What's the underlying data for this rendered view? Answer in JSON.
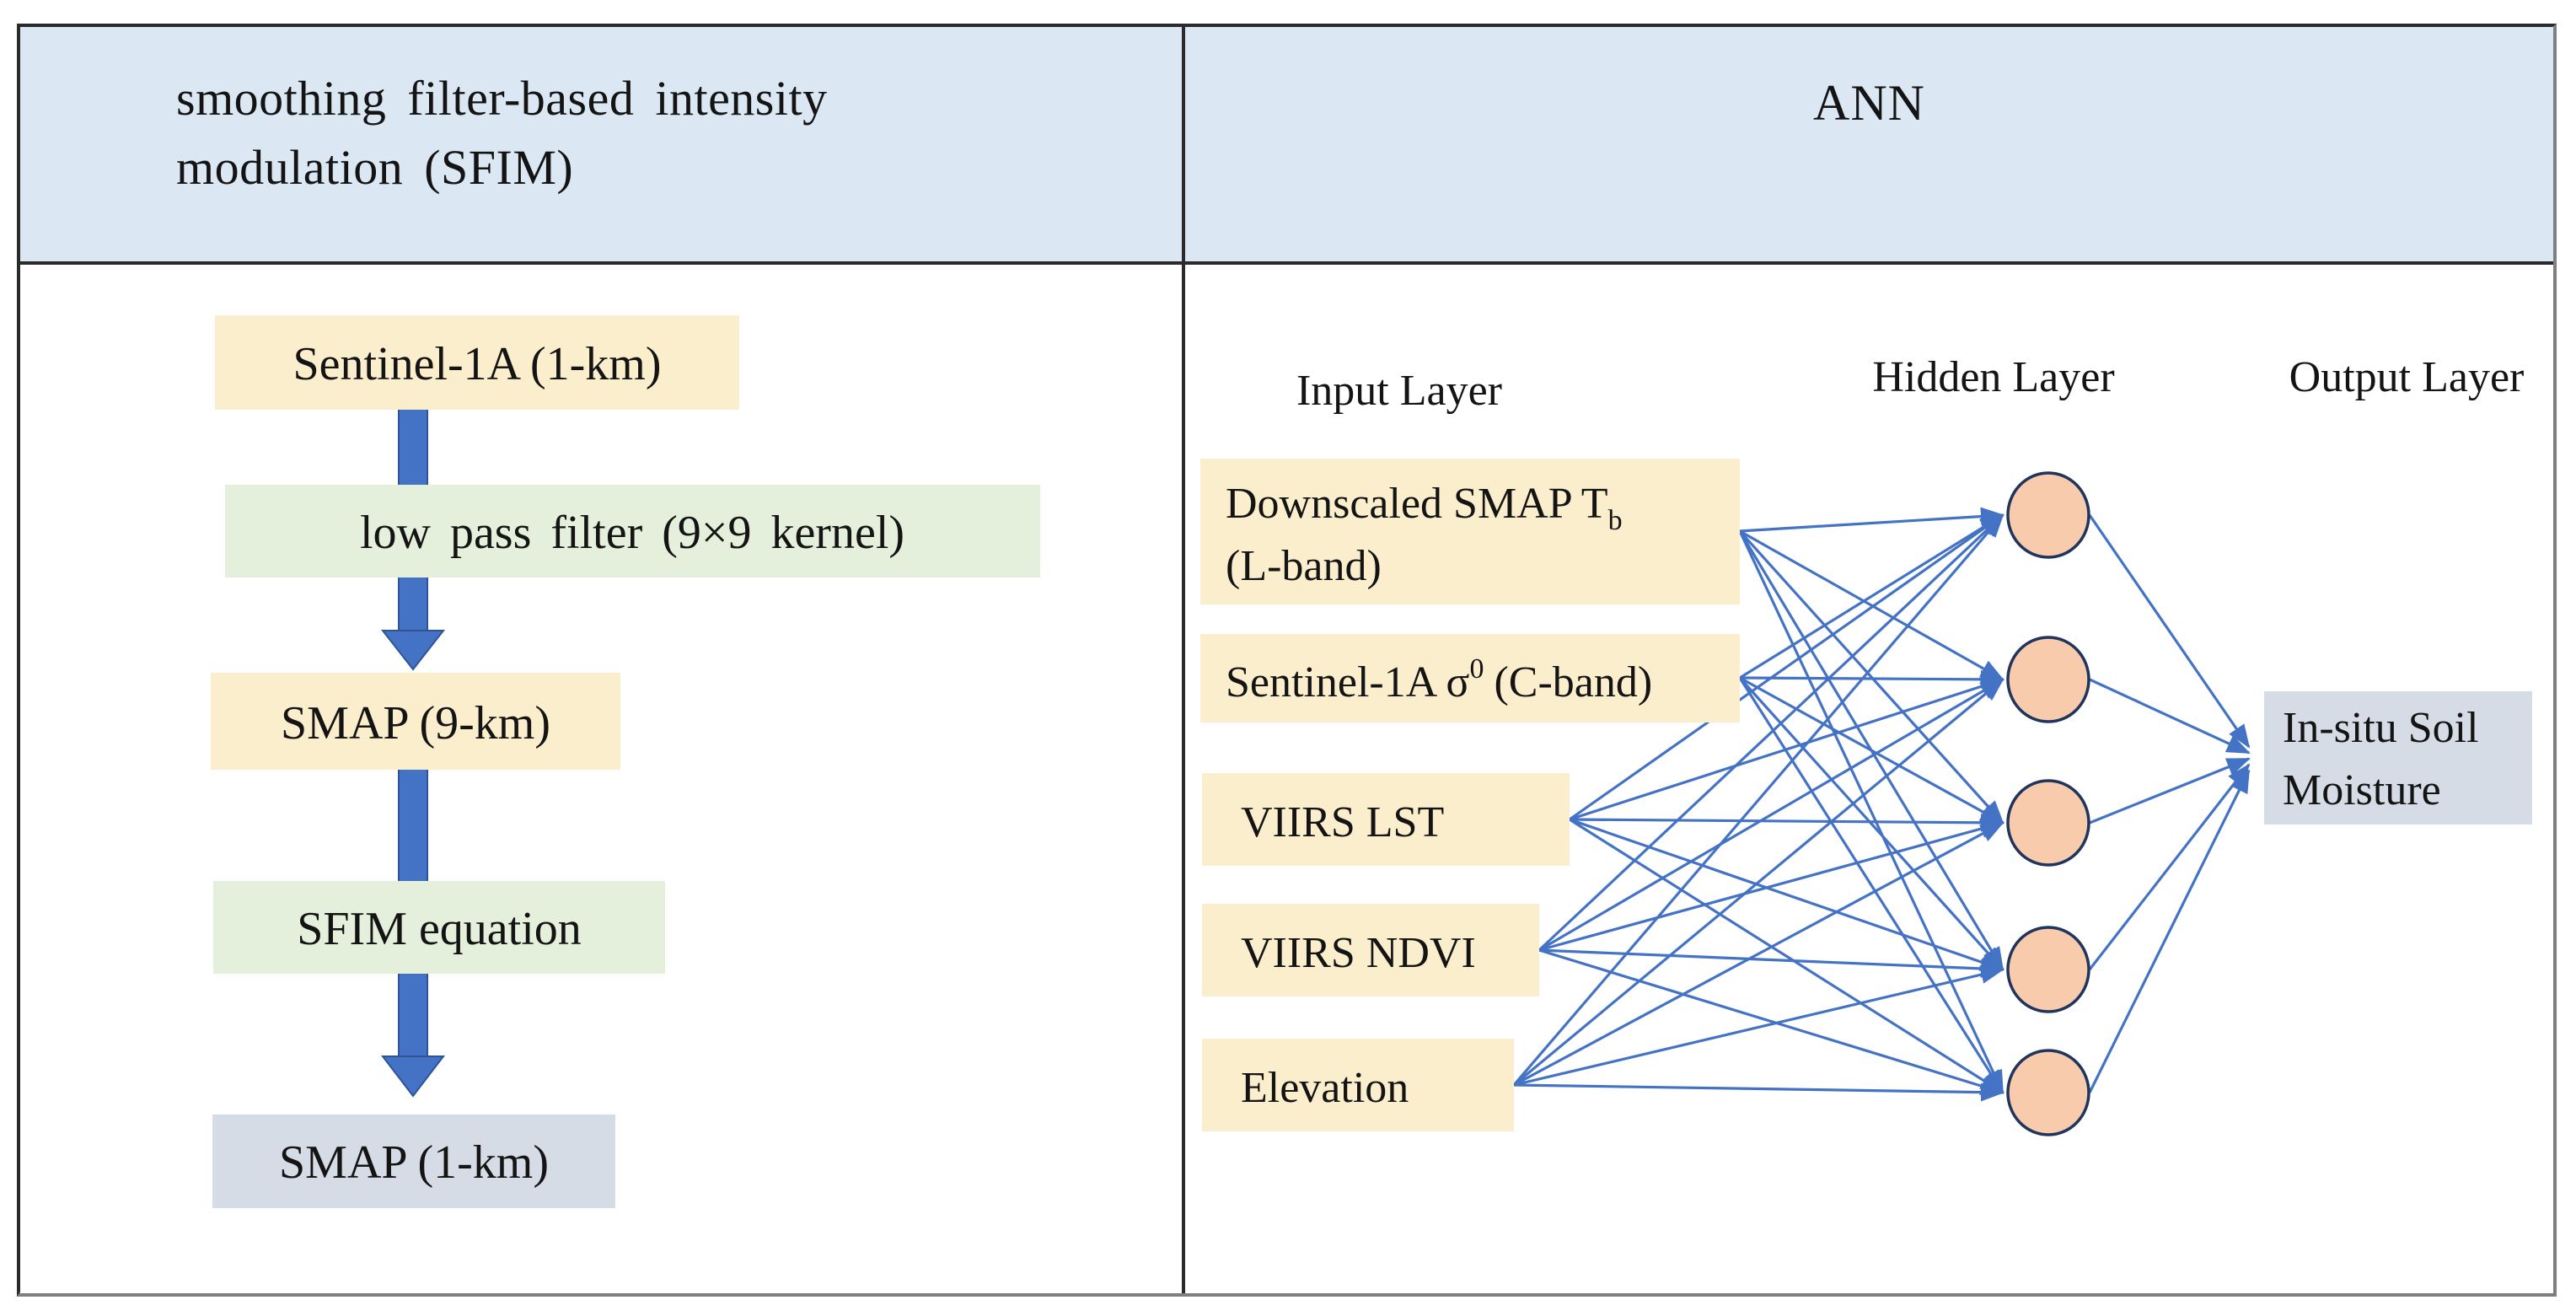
{
  "colors": {
    "header_blue": "#dbe8f4",
    "cream": "#fbeecd",
    "green": "#e4f0db",
    "grayblue": "#d6dce5",
    "node_peach": "#f8cbad",
    "node_border": "#20355c",
    "line_blue": "#4472c4",
    "arrow_stroke": "#2f5496",
    "ink": "#141414",
    "border_dark": "#2b2b2b",
    "border_gray": "#7f7f7f"
  },
  "header": {
    "sfim_line1": "smoothing filter-based intensity",
    "sfim_line2": "modulation (SFIM)",
    "ann": "ANN"
  },
  "sfim_flow": {
    "box1": "Sentinel-1A (1-km)",
    "box2": "low pass filter (9×9 kernel)",
    "box3": "SMAP (9-km)",
    "box4": "SFIM equation",
    "box5": "SMAP (1-km)"
  },
  "ann": {
    "labels": {
      "input": "Input Layer",
      "hidden": "Hidden Layer",
      "output": "Output Layer"
    },
    "inputs": {
      "i1_line1_main": "Downscaled SMAP T",
      "i1_line1_sub": "b",
      "i1_line2": "(L-band)",
      "i2_main": "Sentinel-1A σ",
      "i2_sup": "0",
      "i2_post": "(C-band)",
      "i3": "VIIRS LST",
      "i4": "VIIRS NDVI",
      "i5": "Elevation"
    },
    "hidden_node_count": 5,
    "output_line1": "In-situ Soil",
    "output_line2": "Moisture"
  }
}
